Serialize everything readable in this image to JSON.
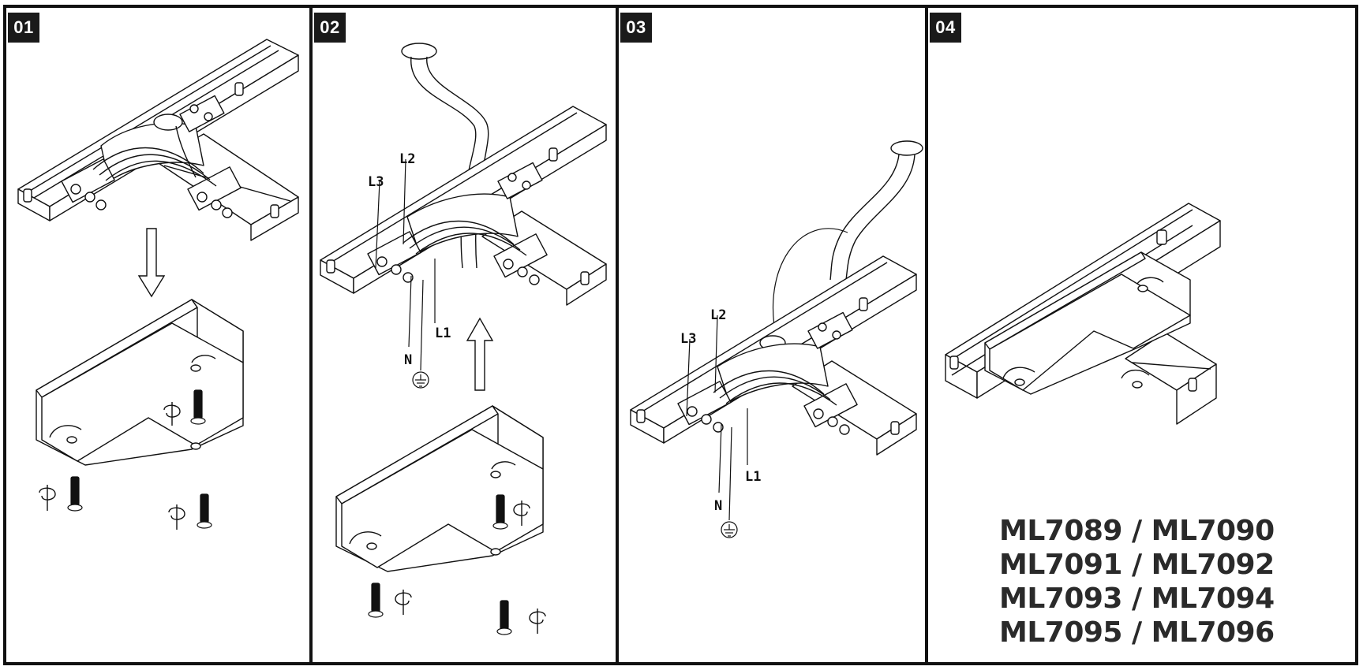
{
  "steps": [
    {
      "number": "01"
    },
    {
      "number": "02",
      "labels": {
        "l1": "L1",
        "l2": "L2",
        "l3": "L3",
        "n": "N"
      }
    },
    {
      "number": "03",
      "labels": {
        "l1": "L1",
        "l2": "L2",
        "l3": "L3",
        "n": "N"
      }
    },
    {
      "number": "04"
    }
  ],
  "models": [
    "ML7089 / ML7090",
    "ML7091 / ML7092",
    "ML7093 / ML7094",
    "ML7095 / ML7096"
  ],
  "icons": {
    "track_connector": "t-connector-icon",
    "cover": "cover-plate-icon",
    "screw": "screw-icon",
    "rotate": "rotate-arrow-icon",
    "ground": "ground-symbol-icon",
    "arrow": "direction-arrow-icon"
  },
  "colors": {
    "line": "#111111",
    "badge": "#1a1a1a",
    "model_text": "#2a2a2a"
  }
}
